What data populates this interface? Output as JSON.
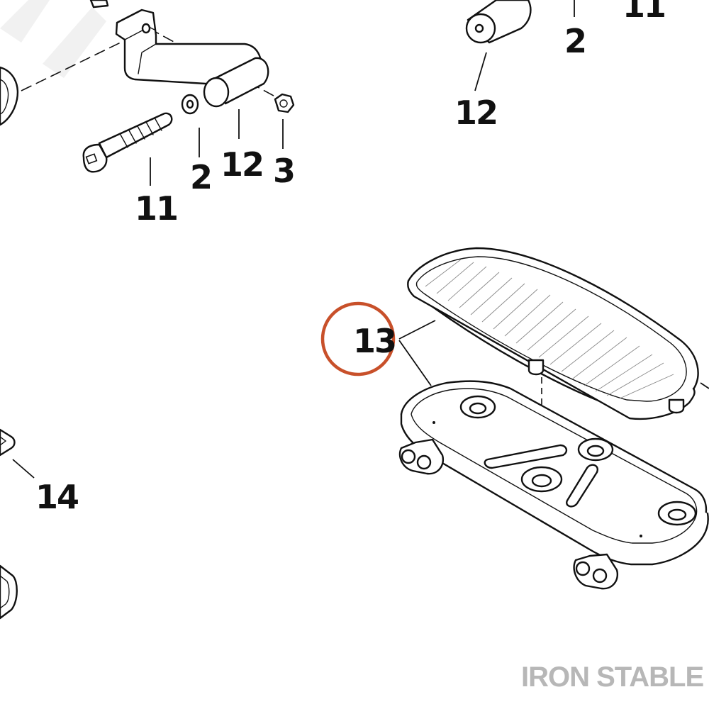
{
  "diagram": {
    "callouts": [
      {
        "id": "c-2-top",
        "label": "2"
      },
      {
        "id": "c-11-top",
        "label": "11"
      },
      {
        "id": "c-12-top",
        "label": "12"
      },
      {
        "id": "c-11-left",
        "label": "11"
      },
      {
        "id": "c-2-left",
        "label": "2"
      },
      {
        "id": "c-12-left",
        "label": "12"
      },
      {
        "id": "c-3",
        "label": "3"
      },
      {
        "id": "c-13",
        "label": "13"
      },
      {
        "id": "c-14",
        "label": "14"
      }
    ],
    "highlighted_callout": "13",
    "highlight_color": "#c8502a"
  },
  "watermark": {
    "text": "IRON STABLE",
    "color": "#b7b7b7"
  }
}
